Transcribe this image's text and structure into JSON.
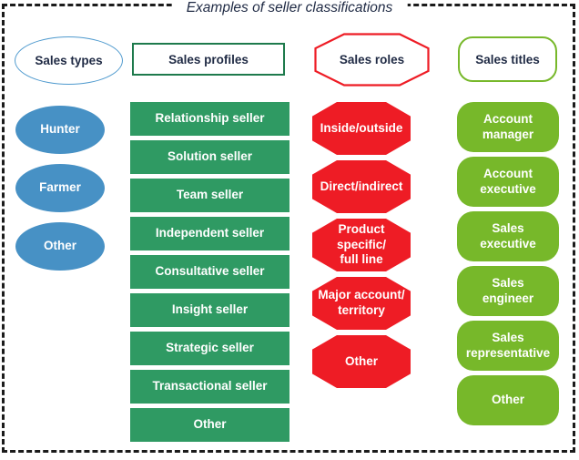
{
  "title": "Examples of seller classifications",
  "colors": {
    "frame_border": "#1b1b1b",
    "types_blue": "#4791c5",
    "profiles_green": "#2f9a63",
    "profiles_header_border": "#1e7a4c",
    "roles_red": "#ee1c25",
    "titles_lime": "#77b82a",
    "header_text": "#1f2a44",
    "item_text": "#ffffff"
  },
  "columns": [
    {
      "header": "Sales types",
      "shape": "ellipse",
      "items": [
        "Hunter",
        "Farmer",
        "Other"
      ]
    },
    {
      "header": "Sales profiles",
      "shape": "rectangle",
      "items": [
        "Relationship seller",
        "Solution seller",
        "Team seller",
        "Independent seller",
        "Consultative seller",
        "Insight seller",
        "Strategic seller",
        "Transactional seller",
        "Other"
      ]
    },
    {
      "header": "Sales roles",
      "shape": "octagon",
      "items": [
        "Inside/outside",
        "Direct/indirect",
        "Product specific/\nfull line",
        "Major account/\nterritory",
        "Other"
      ]
    },
    {
      "header": "Sales titles",
      "shape": "rounded-rectangle",
      "items": [
        "Account\nmanager",
        "Account\nexecutive",
        "Sales\nexecutive",
        "Sales\nengineer",
        "Sales\nrepresentative",
        "Other"
      ]
    }
  ]
}
